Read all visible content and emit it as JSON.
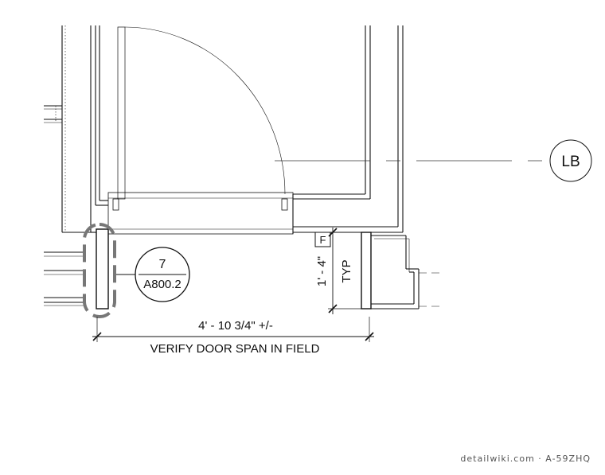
{
  "drawing": {
    "grid_bubble_label": "LB",
    "detail_callout": {
      "number": "7",
      "sheet": "A800.2"
    },
    "dimensions": {
      "door_span": "4' - 10 3/4\" +/-",
      "door_span_note": "VERIFY DOOR SPAN IN FIELD",
      "vertical": "1' - 4\"",
      "vertical_note": "TYP"
    },
    "finish_tag": "F"
  },
  "watermark": "detailwiki.com · A-59ZHQ",
  "colors": {
    "line": "#111111",
    "thin_line": "#333333",
    "detail_cloud": "#777777"
  }
}
